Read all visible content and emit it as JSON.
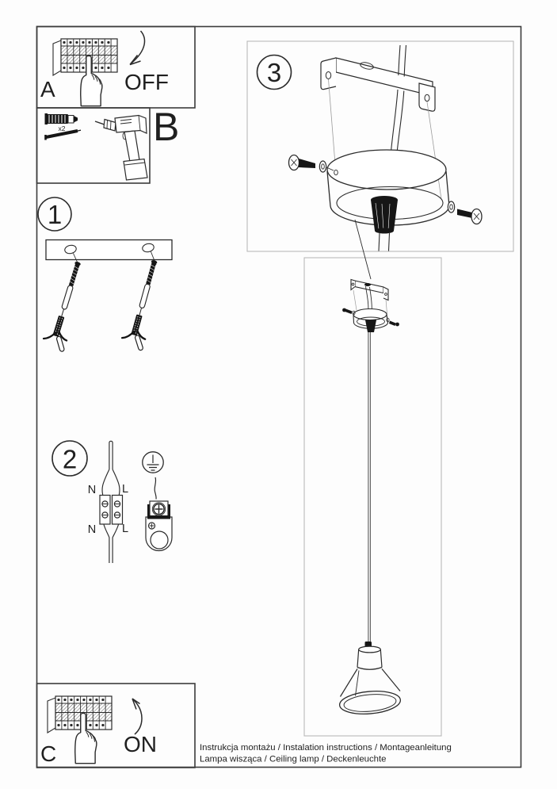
{
  "sheet": {
    "step_labels": {
      "one": "1",
      "two": "2",
      "three": "3"
    },
    "panel_a": {
      "letter": "A",
      "state": "OFF"
    },
    "panel_b": {
      "letter": "B",
      "qty": "x2"
    },
    "panel_c": {
      "letter": "C",
      "state": "ON"
    },
    "wiring": {
      "neutral_top": "N",
      "live_top": "L",
      "neutral_bottom": "N",
      "live_bottom": "L"
    },
    "footer": {
      "line1": "Instrukcja montażu / Instalation instructions / Montageanleitung",
      "line2": "Lampa wisząca / Ceiling lamp / Deckenleuchte"
    }
  }
}
